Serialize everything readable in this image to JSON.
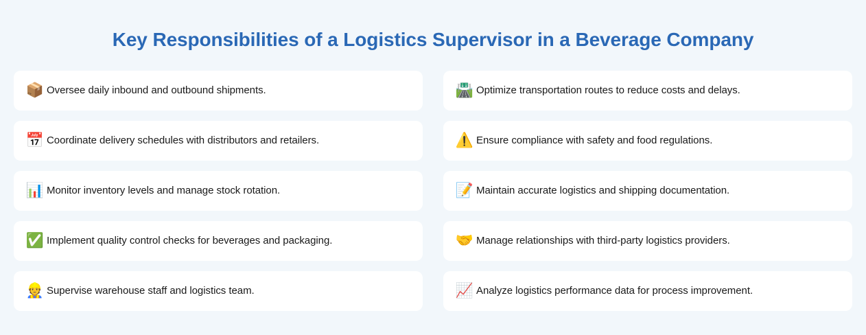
{
  "header": {
    "title": "Key Responsibilities of a Logistics Supervisor in a Beverage Company",
    "title_color": "#2a68b5"
  },
  "theme": {
    "background": "#f2f7fb",
    "card_background": "#ffffff",
    "text_color": "#191919"
  },
  "columns": {
    "left": {
      "items": [
        {
          "icon": "📦",
          "icon_name": "package-icon",
          "text": "Oversee daily inbound and outbound shipments."
        },
        {
          "icon": "📅",
          "icon_name": "calendar-icon",
          "text": "Coordinate delivery schedules with distributors and retailers."
        },
        {
          "icon": "📊",
          "icon_name": "bar-chart-icon",
          "text": "Monitor inventory levels and manage stock rotation."
        },
        {
          "icon": "✅",
          "icon_name": "check-mark-icon",
          "text": "Implement quality control checks for beverages and packaging."
        },
        {
          "icon": "👷",
          "icon_name": "construction-worker-icon",
          "text": "Supervise warehouse staff and logistics team."
        }
      ]
    },
    "right": {
      "items": [
        {
          "icon": "🛣️",
          "icon_name": "motorway-icon",
          "text": "Optimize transportation routes to reduce costs and delays."
        },
        {
          "icon": "⚠️",
          "icon_name": "warning-icon",
          "text": "Ensure compliance with safety and food regulations."
        },
        {
          "icon": "📝",
          "icon_name": "memo-icon",
          "text": "Maintain accurate logistics and shipping documentation."
        },
        {
          "icon": "🤝",
          "icon_name": "handshake-icon",
          "text": "Manage relationships with third-party logistics providers."
        },
        {
          "icon": "📈",
          "icon_name": "chart-increasing-icon",
          "text": "Analyze logistics performance data for process improvement."
        }
      ]
    }
  }
}
